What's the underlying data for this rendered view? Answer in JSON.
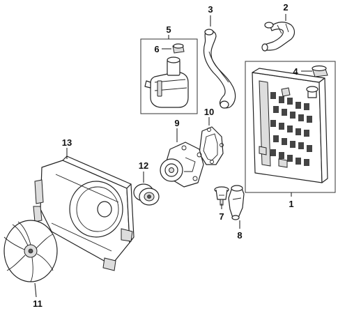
{
  "callouts": {
    "c1": "1",
    "c2": "2",
    "c3": "3",
    "c4": "4",
    "c5": "5",
    "c6": "6",
    "c7": "7",
    "c8": "8",
    "c9": "9",
    "c10": "10",
    "c11": "11",
    "c12": "12",
    "c13": "13"
  },
  "icons": {
    "radiator": "radiator-icon",
    "upper_hose": "upper-hose-icon",
    "lower_hose": "lower-hose-icon",
    "radiator_cap": "radiator-cap-icon",
    "reservoir": "reservoir-icon",
    "reservoir_cap": "reservoir-cap-icon",
    "thermostat": "thermostat-icon",
    "thermostat_housing": "thermostat-housing-icon",
    "water_pump": "water-pump-icon",
    "pump_gasket": "pump-gasket-icon",
    "fan_blade": "fan-blade-icon",
    "fan_clutch": "fan-clutch-icon",
    "fan_shroud": "fan-shroud-icon"
  }
}
